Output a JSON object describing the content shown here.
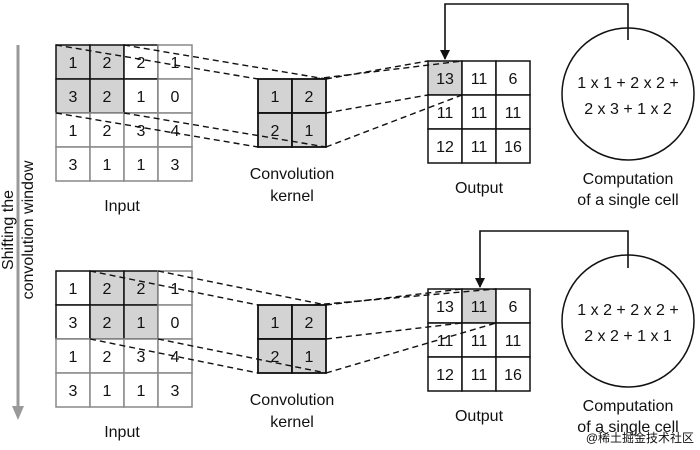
{
  "side_label": [
    "Shifting the",
    "convolution window"
  ],
  "panels": [
    {
      "input": [
        [
          "1",
          "2",
          "2",
          "1"
        ],
        [
          "3",
          "2",
          "1",
          "0"
        ],
        [
          "1",
          "2",
          "3",
          "4"
        ],
        [
          "3",
          "1",
          "1",
          "3"
        ]
      ],
      "input_highlight": [
        [
          0,
          0
        ],
        [
          0,
          1
        ],
        [
          1,
          0
        ],
        [
          1,
          1
        ]
      ],
      "input_label": "Input",
      "kernel": [
        [
          "1",
          "2"
        ],
        [
          "2",
          "1"
        ]
      ],
      "kernel_label": [
        "Convolution",
        "kernel"
      ],
      "output": [
        [
          "13",
          "11",
          "6"
        ],
        [
          "11",
          "11",
          "11"
        ],
        [
          "12",
          "11",
          "16"
        ]
      ],
      "output_highlight": [
        0,
        0
      ],
      "output_label": "Output",
      "computation": [
        "1 x 1 + 2 x 2 +",
        "2 x 3 + 1 x 2"
      ],
      "computation_label": [
        "Computation",
        "of a single cell"
      ]
    },
    {
      "input": [
        [
          "1",
          "2",
          "2",
          "1"
        ],
        [
          "3",
          "2",
          "1",
          "0"
        ],
        [
          "1",
          "2",
          "3",
          "4"
        ],
        [
          "3",
          "1",
          "1",
          "3"
        ]
      ],
      "input_highlight": [
        [
          0,
          1
        ],
        [
          0,
          2
        ],
        [
          1,
          1
        ],
        [
          1,
          2
        ]
      ],
      "input_label": "Input",
      "kernel": [
        [
          "1",
          "2"
        ],
        [
          "2",
          "1"
        ]
      ],
      "kernel_label": [
        "Convolution",
        "kernel"
      ],
      "output": [
        [
          "13",
          "11",
          "6"
        ],
        [
          "11",
          "11",
          "11"
        ],
        [
          "12",
          "11",
          "16"
        ]
      ],
      "output_highlight": [
        0,
        1
      ],
      "output_label": "Output",
      "computation": [
        "1 x 2 + 2 x 2 +",
        "2 x 2 + 1 x 1"
      ],
      "computation_label": [
        "Computation",
        "of a single cell"
      ]
    }
  ],
  "watermark": "@稀土掘金技术社区",
  "colors": {
    "highlight": "#d3d3d3",
    "line": "#111111",
    "grid_gray": "#9a9a9a"
  }
}
